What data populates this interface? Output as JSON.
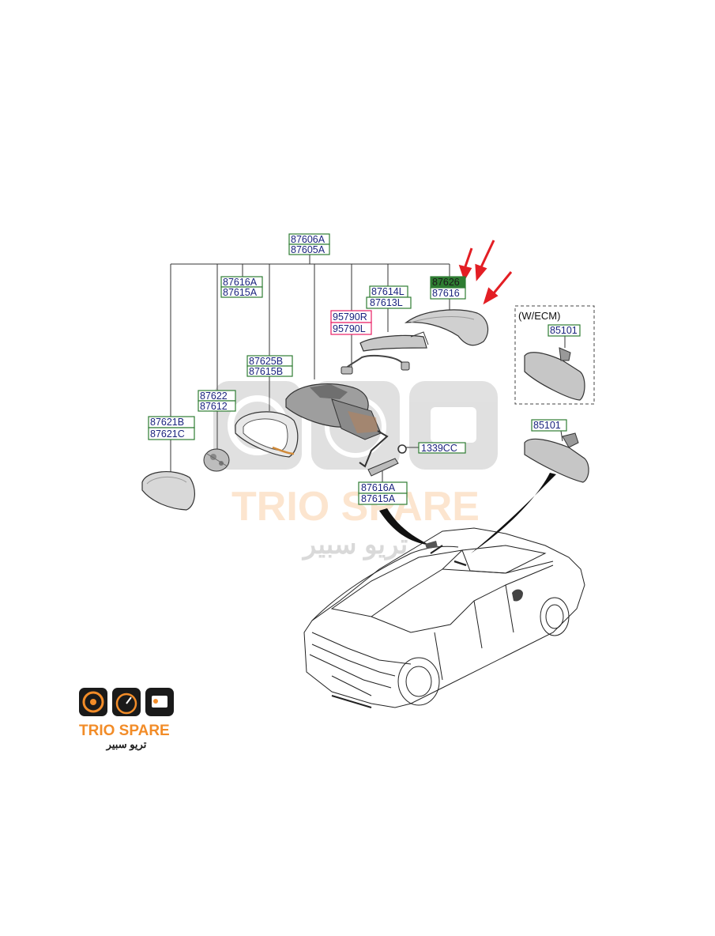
{
  "diagram": {
    "ecm_caption": "(W/ECM)",
    "part_labels": {
      "top_assembly": [
        "87606A",
        "87605A"
      ],
      "cover_cap": [
        "87616A",
        "87615A"
      ],
      "cover_outer": [
        "87626",
        "87616"
      ],
      "trim": [
        "87614L",
        "87613L"
      ],
      "repeater": [
        "95790R",
        "95790L"
      ],
      "housing": [
        "87625B",
        "87615B"
      ],
      "actuator": [
        "87622",
        "87612"
      ],
      "glass": [
        "87621B",
        "87621C"
      ],
      "ecm_mirror": [
        "85101"
      ],
      "inner_mirror": [
        "85101"
      ],
      "bolt": [
        "1339CC"
      ],
      "base": [
        "87616A",
        "87615A"
      ]
    }
  },
  "watermark": {
    "brand": "TRIO SPARE",
    "brand_arabic": "تريو سبير"
  },
  "logo": {
    "brand": "TRIO SPARE",
    "brand_arabic": "تريو سبير"
  },
  "colors": {
    "label_text": "#1a237e",
    "label_border": "#2e7d32",
    "label_border_alt": "#e91e63",
    "highlight_fill": "#2e7d32",
    "arrow": "#e31e24",
    "brand_orange": "#f28c28",
    "brand_dark": "#1a1a1a"
  }
}
